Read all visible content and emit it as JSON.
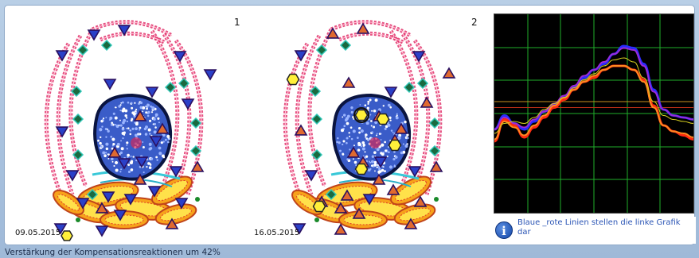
{
  "panels": [
    {
      "number": "1",
      "date": "09.05.2015"
    },
    {
      "number": "2",
      "date": "16.05.2015"
    }
  ],
  "info": {
    "icon": "info-icon",
    "text": "Blaue _rote Linien stellen die linke Grafik dar"
  },
  "status": {
    "text": "Verstärkung der Kompensationsreaktionen um 42%"
  },
  "colors": {
    "chart_bg": "#000000",
    "grid": "#1fae2a",
    "series_blue": "#2a2bff",
    "series_purple": "#9a2bd8",
    "series_red": "#ff2a10",
    "series_orange": "#ff8a20",
    "series_yellow": "#d8d020"
  },
  "chart_data": {
    "type": "line",
    "grid": true,
    "x": [
      0,
      1,
      2,
      3,
      4,
      5,
      6,
      7,
      8,
      9,
      10,
      11,
      12,
      13,
      14,
      15,
      16,
      17,
      18,
      19,
      20
    ],
    "series": [
      {
        "values": [
          0.42,
          0.49,
          0.45,
          0.42,
          0.46,
          0.51,
          0.54,
          0.58,
          0.63,
          0.68,
          0.72,
          0.75,
          0.8,
          0.84,
          0.83,
          0.75,
          0.62,
          0.52,
          0.49,
          0.48,
          0.47
        ]
      },
      {
        "values": [
          0.42,
          0.48,
          0.45,
          0.43,
          0.47,
          0.51,
          0.55,
          0.59,
          0.64,
          0.69,
          0.72,
          0.76,
          0.8,
          0.83,
          0.82,
          0.74,
          0.61,
          0.52,
          0.49,
          0.48,
          0.47
        ]
      },
      {
        "values": [
          0.36,
          0.47,
          0.44,
          0.38,
          0.43,
          0.48,
          0.53,
          0.57,
          0.62,
          0.66,
          0.68,
          0.72,
          0.74,
          0.74,
          0.72,
          0.67,
          0.54,
          0.44,
          0.41,
          0.39,
          0.37
        ]
      },
      {
        "values": [
          0.37,
          0.46,
          0.43,
          0.39,
          0.44,
          0.49,
          0.54,
          0.58,
          0.62,
          0.66,
          0.69,
          0.72,
          0.74,
          0.74,
          0.72,
          0.66,
          0.53,
          0.44,
          0.41,
          0.4,
          0.38
        ]
      },
      {
        "values": [
          0.4,
          0.45,
          0.46,
          0.45,
          0.48,
          0.52,
          0.55,
          0.58,
          0.63,
          0.67,
          0.7,
          0.74,
          0.77,
          0.78,
          0.76,
          0.68,
          0.56,
          0.49,
          0.47,
          0.46,
          0.45
        ]
      }
    ],
    "reference_lines": [
      0.56,
      0.53
    ],
    "ylim": [
      0,
      1
    ]
  }
}
